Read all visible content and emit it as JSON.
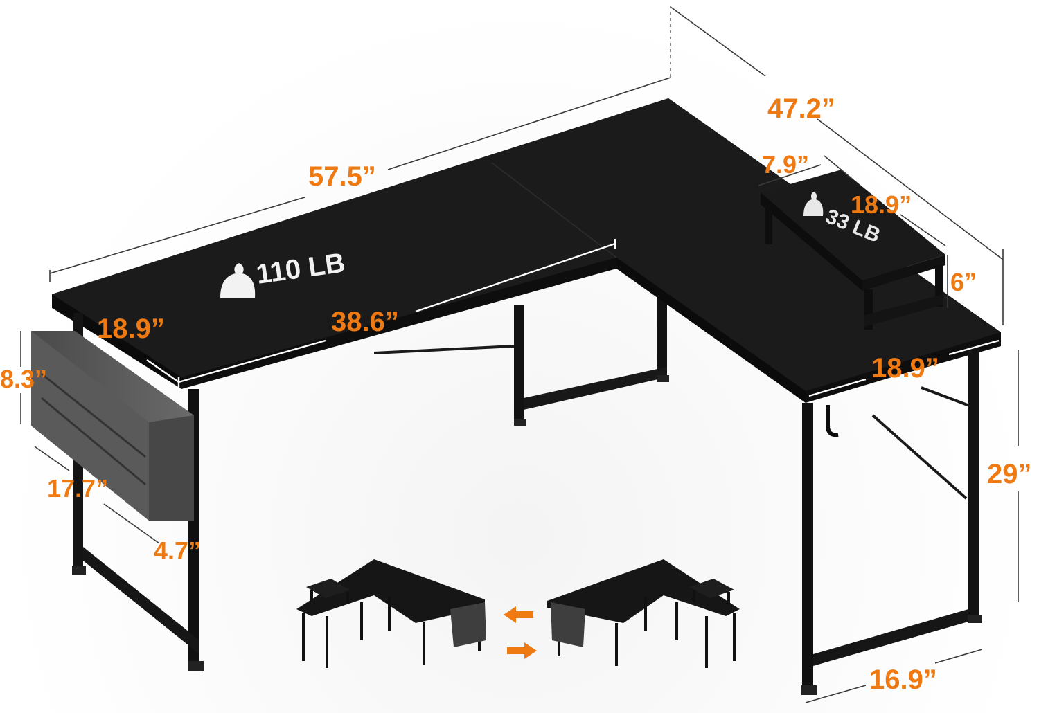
{
  "product": {
    "accent_color": "#f07a12",
    "desk_color": "#111111",
    "load_ratings": {
      "desk": "110 LB",
      "monitor_stand": "33 LB"
    },
    "dimensions": {
      "long_side_length": "57.5”",
      "short_side_length": "47.2”",
      "monitor_stand_depth": "7.9”",
      "monitor_stand_length": "18.9”",
      "monitor_stand_height": "6”",
      "left_depth": "18.9”",
      "inner_length": "38.6”",
      "right_depth": "18.9”",
      "desk_height": "29”",
      "leg_base_width": "16.9”",
      "bag_height": "8.3”",
      "bag_length": "17.7”",
      "bag_depth": "4.7”"
    },
    "reversible_icons": [
      "arrow-left-icon",
      "arrow-right-icon"
    ]
  }
}
